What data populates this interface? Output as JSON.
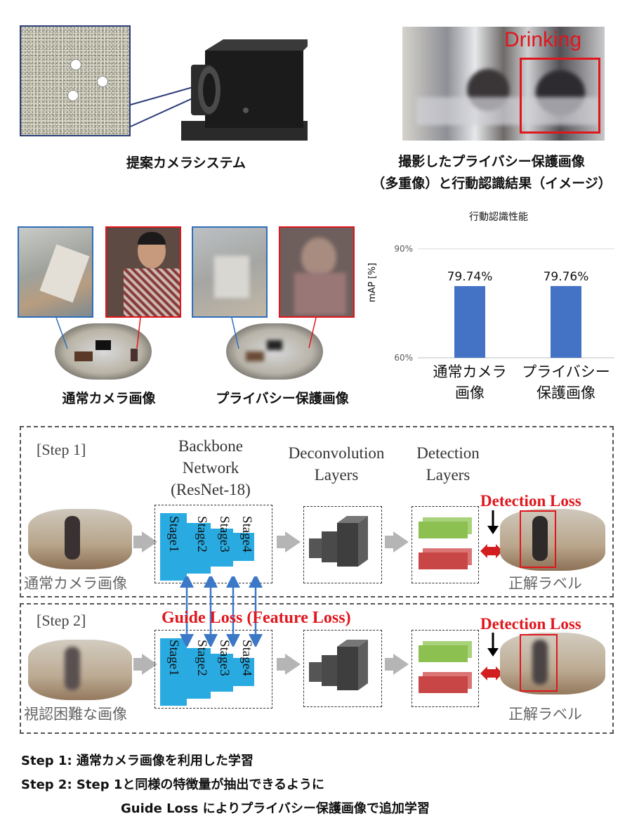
{
  "top_left": {
    "caption": "提案カメラシステム"
  },
  "top_right": {
    "detection_label": "Drinking",
    "caption_line1": "撮影したプライバシー保護画像",
    "caption_line2": "（多重像）と行動認識結果（イメージ）"
  },
  "middle": {
    "caption_normal": "通常カメラ画像",
    "caption_privacy": "プライバシー保護画像"
  },
  "chart_data": {
    "type": "bar",
    "title": "行動認識性能",
    "ylabel": "mAP [%]",
    "ylim": [
      60,
      90
    ],
    "yticks": [
      "90%",
      "60%"
    ],
    "categories": [
      "通常カメラ\n画像",
      "プライバシー\n保護画像"
    ],
    "category_lines": [
      [
        "通常カメラ",
        "画像"
      ],
      [
        "プライバシー",
        "保護画像"
      ]
    ],
    "values": [
      79.74,
      79.76
    ],
    "data_labels": [
      "79.74%",
      "79.76%"
    ],
    "bar_color": "#4472c4"
  },
  "diagram": {
    "step1": "[Step 1]",
    "step2": "[Step 2]",
    "backbone_l1": "Backbone",
    "backbone_l2": "Network",
    "backbone_l3": "(ResNet-18)",
    "deconv_l1": "Deconvolution",
    "deconv_l2": "Layers",
    "detect_l1": "Detection",
    "detect_l2": "Layers",
    "detection_loss": "Detection Loss",
    "guide_loss": "Guide Loss (Feature Loss)",
    "input1": "通常カメラ画像",
    "input2": "視認困難な画像",
    "output_label": "正解ラベル",
    "stages": [
      "Stage1",
      "Stage2",
      "Stage3",
      "Stage4"
    ]
  },
  "notes": {
    "line1": "Step 1: 通常カメラ画像を利用した学習",
    "line2": "Step 2: Step 1と同様の特徴量が抽出できるように",
    "line3": "Guide Loss によりプライバシー保護画像で追加学習"
  }
}
